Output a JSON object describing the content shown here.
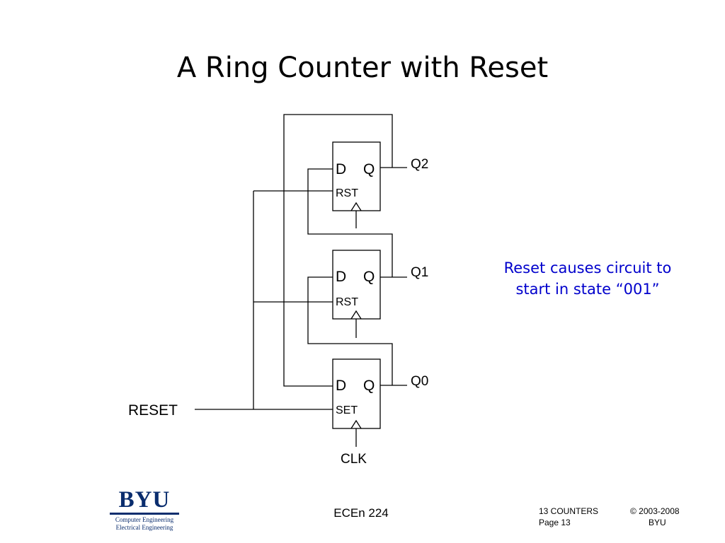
{
  "slide": {
    "title": "A Ring Counter with Reset",
    "note_line1": "Reset causes circuit to",
    "note_line2": "start in state “001”"
  },
  "circuit": {
    "flip_flops": [
      {
        "name": "Q2",
        "d_label": "D",
        "q_label": "Q",
        "control_label": "RST"
      },
      {
        "name": "Q1",
        "d_label": "D",
        "q_label": "Q",
        "control_label": "RST"
      },
      {
        "name": "Q0",
        "d_label": "D",
        "q_label": "Q",
        "control_label": "SET"
      }
    ],
    "outputs": [
      "Q2",
      "Q1",
      "Q0"
    ],
    "reset_label": "RESET",
    "clock_label": "CLK"
  },
  "footer": {
    "logo_text": "BYU",
    "logo_line1": "Computer Engineering",
    "logo_line2": "Electrical Engineering",
    "course": "ECEn 224",
    "section": "13 COUNTERS",
    "page": "Page 13",
    "copyright": "© 2003-2008",
    "org": "BYU"
  }
}
